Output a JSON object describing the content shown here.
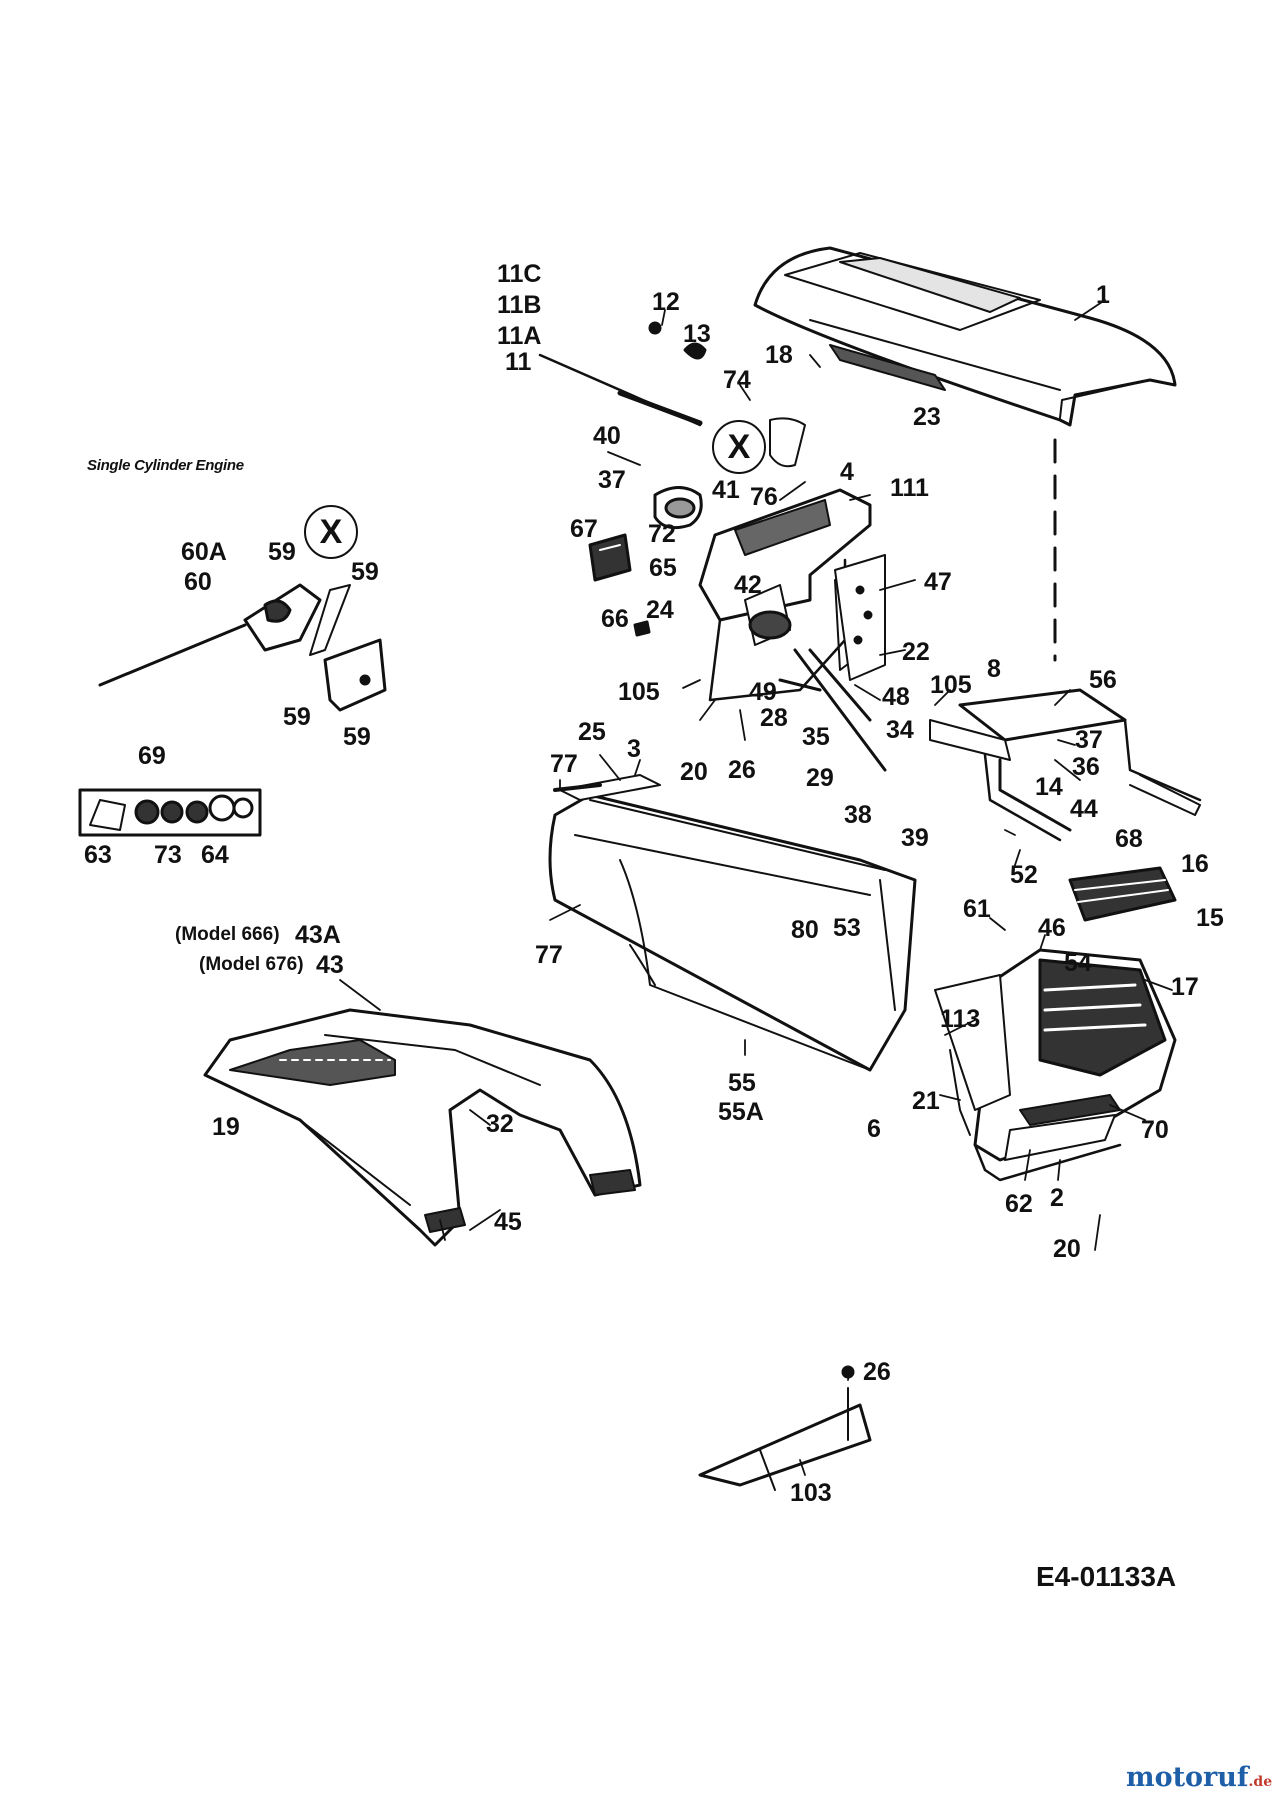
{
  "labels": [
    {
      "id": "l1",
      "text": "1"
    },
    {
      "id": "l11c",
      "text": "11C"
    },
    {
      "id": "l11b",
      "text": "11B"
    },
    {
      "id": "l11a",
      "text": "11A"
    },
    {
      "id": "l11",
      "text": "11"
    },
    {
      "id": "l12",
      "text": "12"
    },
    {
      "id": "l13",
      "text": "13"
    },
    {
      "id": "l18",
      "text": "18"
    },
    {
      "id": "l23",
      "text": "23"
    },
    {
      "id": "l74",
      "text": "74"
    },
    {
      "id": "l40",
      "text": "40"
    },
    {
      "id": "l37a",
      "text": "37"
    },
    {
      "id": "l41",
      "text": "41"
    },
    {
      "id": "l76",
      "text": "76"
    },
    {
      "id": "l4",
      "text": "4"
    },
    {
      "id": "l111",
      "text": "111"
    },
    {
      "id": "l67",
      "text": "67"
    },
    {
      "id": "l72",
      "text": "72"
    },
    {
      "id": "l65",
      "text": "65"
    },
    {
      "id": "l42",
      "text": "42"
    },
    {
      "id": "l47",
      "text": "47"
    },
    {
      "id": "l24",
      "text": "24"
    },
    {
      "id": "l66",
      "text": "66"
    },
    {
      "id": "l22",
      "text": "22"
    },
    {
      "id": "l105a",
      "text": "105"
    },
    {
      "id": "l49",
      "text": "49"
    },
    {
      "id": "l48",
      "text": "48"
    },
    {
      "id": "l28",
      "text": "28"
    },
    {
      "id": "l35",
      "text": "35"
    },
    {
      "id": "l34",
      "text": "34"
    },
    {
      "id": "l20a",
      "text": "20"
    },
    {
      "id": "l26a",
      "text": "26"
    },
    {
      "id": "l29",
      "text": "29"
    },
    {
      "id": "l38",
      "text": "38"
    },
    {
      "id": "l39",
      "text": "39"
    },
    {
      "id": "l105b",
      "text": "105"
    },
    {
      "id": "l8",
      "text": "8"
    },
    {
      "id": "l56",
      "text": "56"
    },
    {
      "id": "l37b",
      "text": "37"
    },
    {
      "id": "l36",
      "text": "36"
    },
    {
      "id": "l14",
      "text": "14"
    },
    {
      "id": "l44",
      "text": "44"
    },
    {
      "id": "l25",
      "text": "25"
    },
    {
      "id": "l3",
      "text": "3"
    },
    {
      "id": "l77a",
      "text": "77"
    },
    {
      "id": "l77b",
      "text": "77"
    },
    {
      "id": "l52",
      "text": "52"
    },
    {
      "id": "l68",
      "text": "68"
    },
    {
      "id": "l16",
      "text": "16"
    },
    {
      "id": "l15",
      "text": "15"
    },
    {
      "id": "l61",
      "text": "61"
    },
    {
      "id": "l46",
      "text": "46"
    },
    {
      "id": "l54",
      "text": "54"
    },
    {
      "id": "l17",
      "text": "17"
    },
    {
      "id": "l80",
      "text": "80"
    },
    {
      "id": "l53",
      "text": "53"
    },
    {
      "id": "l113",
      "text": "113"
    },
    {
      "id": "l21",
      "text": "21"
    },
    {
      "id": "l55",
      "text": "55"
    },
    {
      "id": "l55a",
      "text": "55A"
    },
    {
      "id": "l6",
      "text": "6"
    },
    {
      "id": "l70",
      "text": "70"
    },
    {
      "id": "l62",
      "text": "62"
    },
    {
      "id": "l2",
      "text": "2"
    },
    {
      "id": "l20b",
      "text": "20"
    },
    {
      "id": "l43a",
      "text": "43A"
    },
    {
      "id": "l43",
      "text": "43"
    },
    {
      "id": "l19",
      "text": "19"
    },
    {
      "id": "l32",
      "text": "32"
    },
    {
      "id": "l45",
      "text": "45"
    },
    {
      "id": "l60a",
      "text": "60A"
    },
    {
      "id": "l60",
      "text": "60"
    },
    {
      "id": "l59a",
      "text": "59"
    },
    {
      "id": "l59b",
      "text": "59"
    },
    {
      "id": "l59c",
      "text": "59"
    },
    {
      "id": "l59d",
      "text": "59"
    },
    {
      "id": "l69",
      "text": "69"
    },
    {
      "id": "l63",
      "text": "63"
    },
    {
      "id": "l73",
      "text": "73"
    },
    {
      "id": "l64",
      "text": "64"
    },
    {
      "id": "l26b",
      "text": "26"
    },
    {
      "id": "l103",
      "text": "103"
    }
  ],
  "notes": {
    "single_cylinder": "Single Cylinder Engine",
    "model_666": "(Model 666)",
    "model_676": "(Model 676)"
  },
  "callouts": {
    "x_symbol": "X"
  },
  "drawing_code": "E4-01133A",
  "watermark": {
    "main": "motoruf",
    "suffix": ".de"
  }
}
